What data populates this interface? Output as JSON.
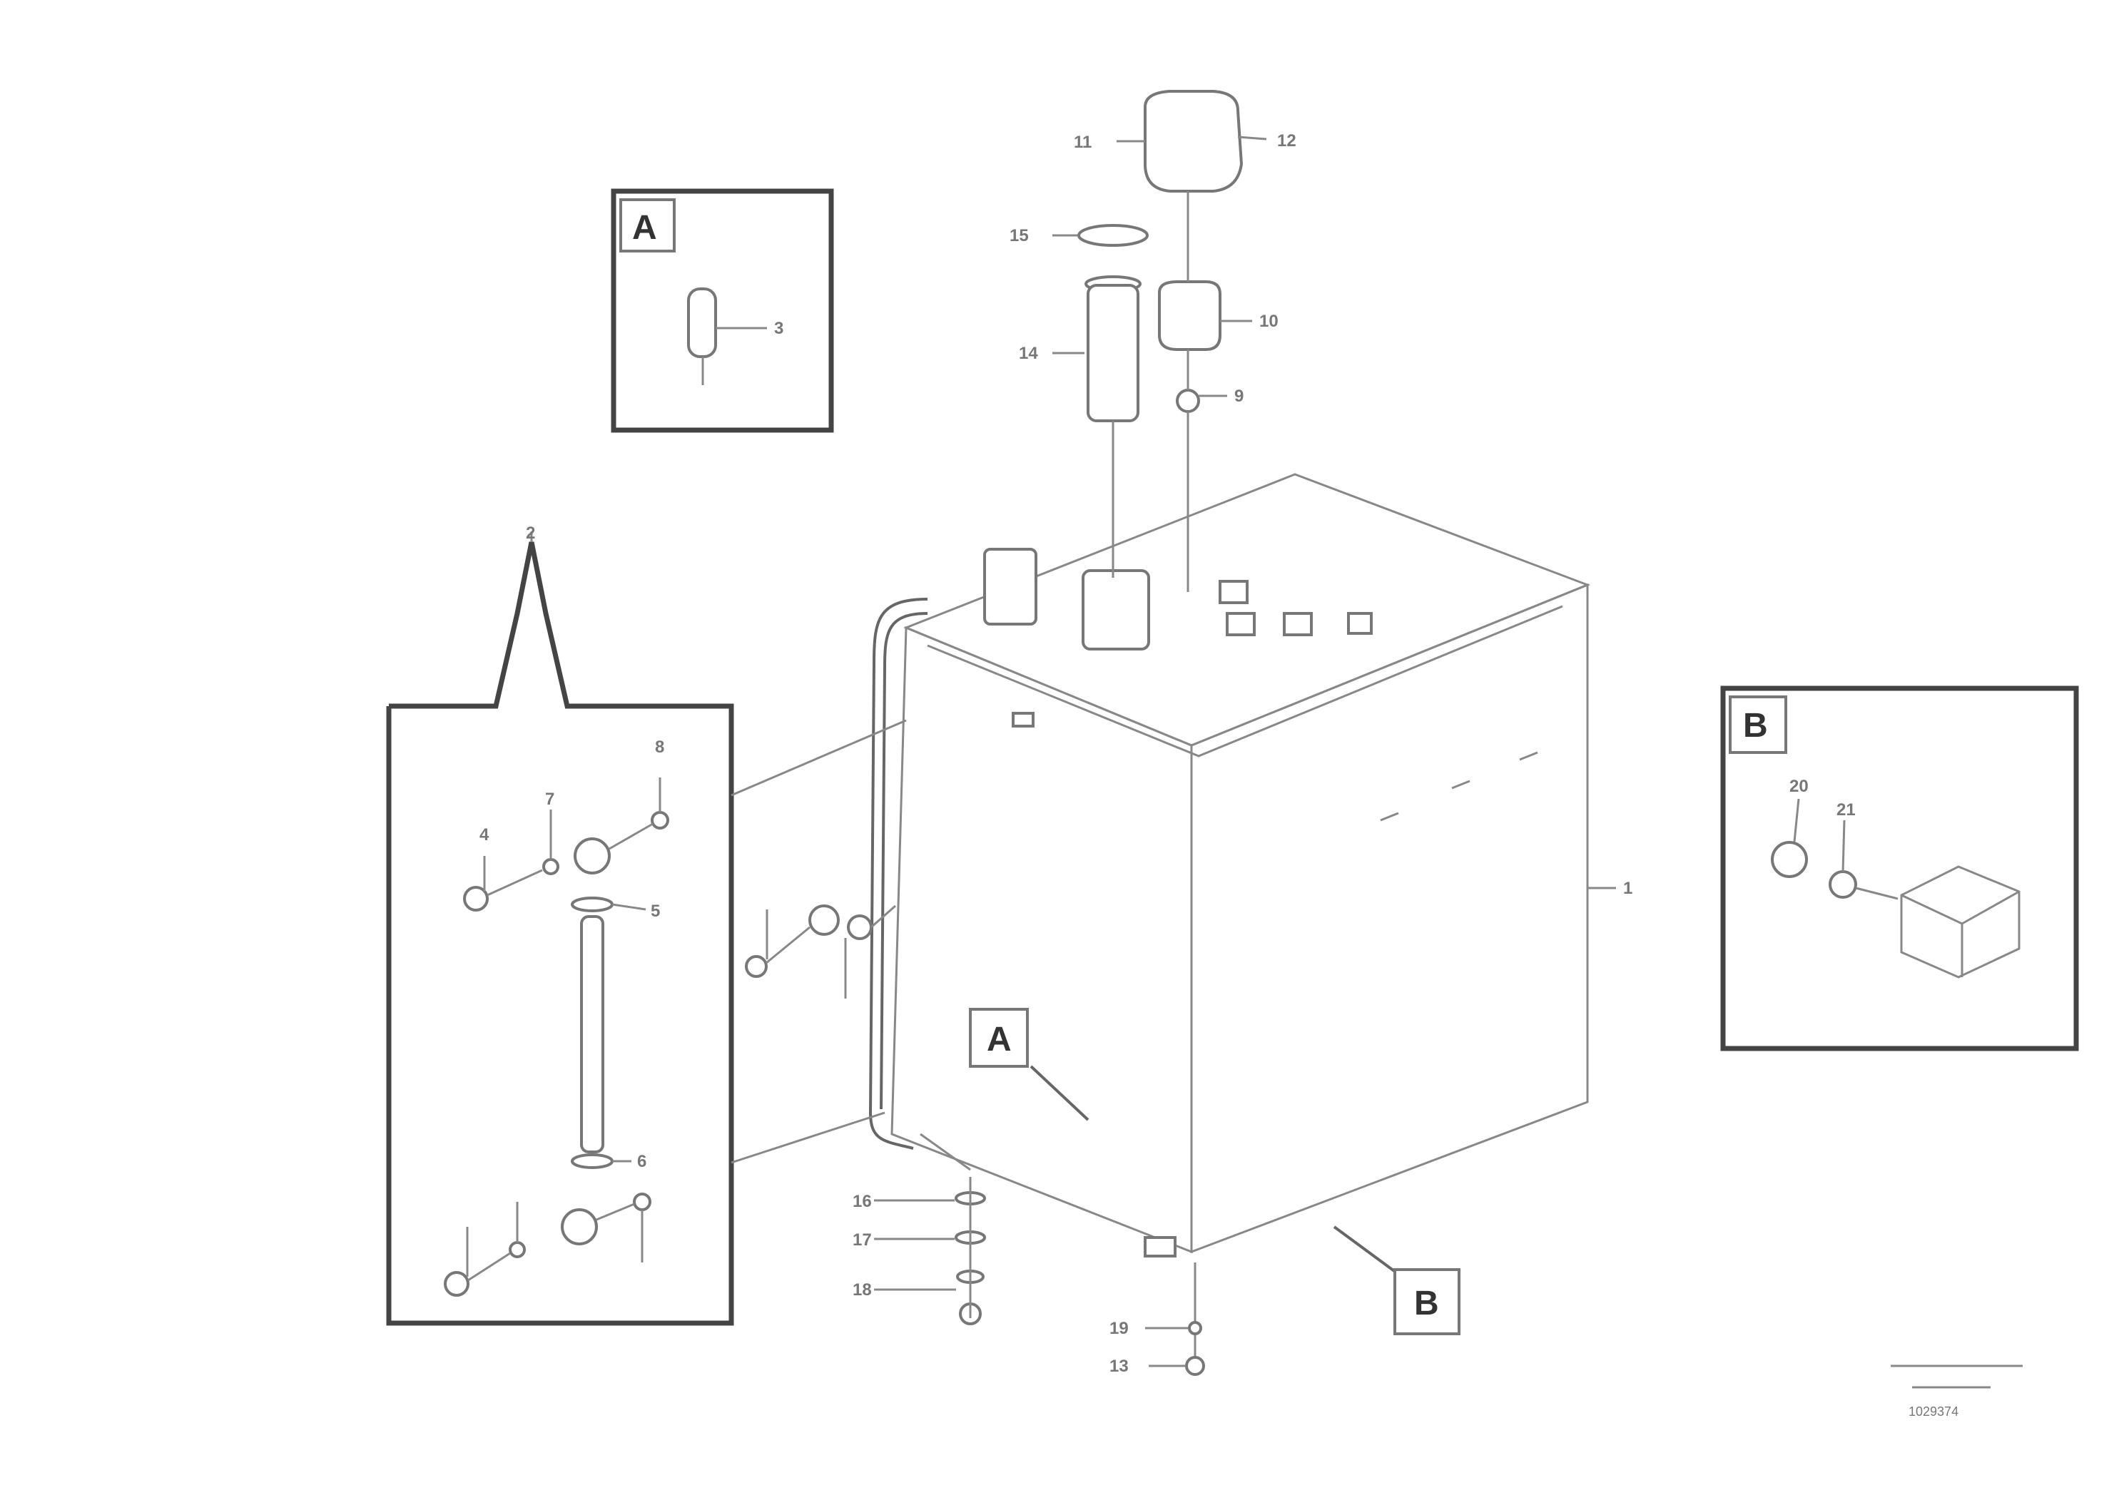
{
  "detail_labels": {
    "a": "A",
    "b": "B"
  },
  "callouts": {
    "c1": "1",
    "c2": "2",
    "c3": "3",
    "c4": "4",
    "c5": "5",
    "c6": "6",
    "c7": "7",
    "c8": "8",
    "c9": "9",
    "c10": "10",
    "c11": "11",
    "c12": "12",
    "c13": "13",
    "c14": "14",
    "c15": "15",
    "c16": "16",
    "c17": "17",
    "c18": "18",
    "c19": "19",
    "c20": "20",
    "c21": "21"
  },
  "drawing_ref": "1029374"
}
